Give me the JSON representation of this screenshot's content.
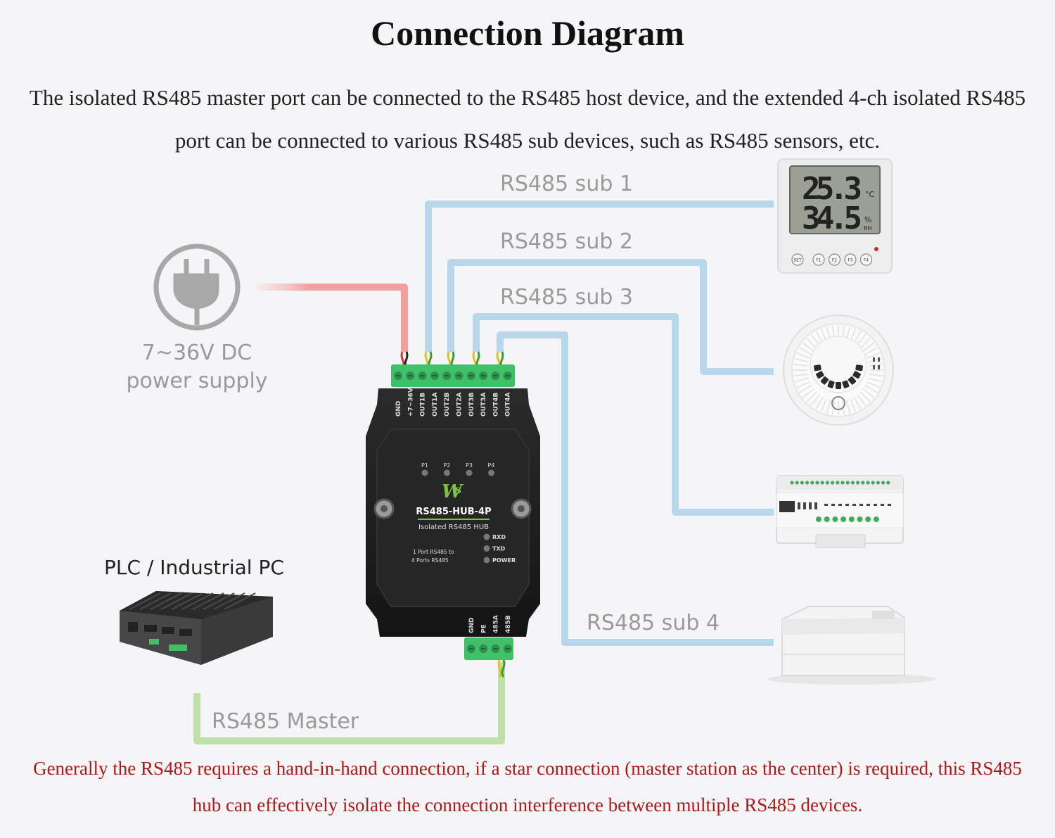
{
  "title": "Connection Diagram",
  "intro": "The isolated RS485 master port can be connected to the RS485 host device, and the extended 4-ch isolated RS485 port can be connected to various RS485 sub devices, such as RS485 sensors, etc.",
  "power_label_line1": "7~36V DC",
  "power_label_line2": "power supply",
  "plc_label": "PLC / Industrial PC",
  "sub_labels": [
    "RS485 sub 1",
    "RS485 sub 2",
    "RS485 sub 3",
    "RS485 sub 4"
  ],
  "master_label": "RS485 Master",
  "hub": {
    "model": "RS485-HUB-4P",
    "subtitle": "Isolated RS485 HUB",
    "desc_line1": "1 Port RS485 to",
    "desc_line2": "4 Ports RS485",
    "top_pins": [
      "GND",
      "+7~36V",
      "OUT1B",
      "OUT1A",
      "OUT2B",
      "OUT2A",
      "OUT3B",
      "OUT3A",
      "OUT4B",
      "OUT4A"
    ],
    "bottom_pins": [
      "GND",
      "PE",
      "485A",
      "485B"
    ],
    "port_leds": [
      "P1",
      "P2",
      "P3",
      "P4"
    ],
    "status_leds": [
      "RXD",
      "TXD",
      "POWER"
    ]
  },
  "thermo_display": {
    "temp": "25.3",
    "temp_unit": "°C",
    "humidity": "34.5",
    "hum_unit": "%",
    "hum_unit2": "RH"
  },
  "thermo_buttons": [
    "SET",
    "F1",
    "F2",
    "F3",
    "F4"
  ],
  "footer": "Generally the RS485 requires a hand-in-hand connection, if a star connection (master station as the center) is required, this RS485 hub can effectively isolate the connection interference between multiple RS485 devices.",
  "colors": {
    "sub_wire": "#b9d7ea",
    "power_wire": "#f0a0a0",
    "master_wire": "#bfe0a6",
    "footer_text": "#b01818",
    "hub_body": "#1f1f1f",
    "terminal_green": "#3fc167"
  }
}
